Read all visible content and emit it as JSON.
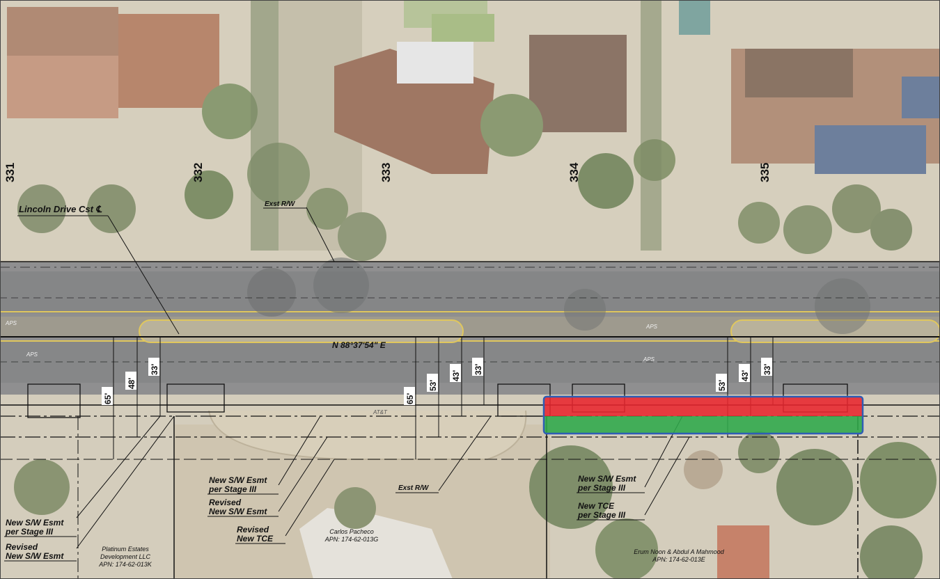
{
  "stations": [
    "331",
    "332",
    "333",
    "334",
    "335"
  ],
  "labels": {
    "cst_line": "Lincoln Drive Cst ℄",
    "exst_rw_north": "Exst R/W",
    "exst_rw_south": "Exst R/W",
    "bearing": "N 88°37'54\" E",
    "new_sw_esmt_stage3_left_1": "New S/W Esmt",
    "new_sw_esmt_stage3_left_2": "per Stage III",
    "revised_new_sw_esmt_left_1": "Revised",
    "revised_new_sw_esmt_left_2": "New S/W Esmt",
    "new_sw_esmt_stage3_mid_1": "New S/W Esmt",
    "new_sw_esmt_stage3_mid_2": "per Stage III",
    "revised_new_sw_esmt_mid_1": "Revised",
    "revised_new_sw_esmt_mid_2": "New S/W Esmt",
    "revised_new_tce_1": "Revised",
    "revised_new_tce_2": "New TCE",
    "new_sw_esmt_stage3_right_1": "New S/W Esmt",
    "new_sw_esmt_stage3_right_2": "per Stage III",
    "new_tce_stage3_1": "New TCE",
    "new_tce_stage3_2": "per Stage III"
  },
  "dimensions": {
    "d65_left": "65'",
    "d48_left": "48'",
    "d33_left": "33'",
    "d65_mid": "65'",
    "d53_mid": "53'",
    "d43_mid": "43'",
    "d33_mid": "33'",
    "d53_right": "53'",
    "d43_right": "43'",
    "d33_right": "33'"
  },
  "utilities": {
    "aps_1": "APS",
    "aps_2": "APS",
    "aps_3": "APS",
    "aps_4": "APS",
    "att": "AT&T"
  },
  "parcels": [
    {
      "owner_1": "Platinum Estates",
      "owner_2": "Development LLC",
      "apn": "APN: 174-62-013K"
    },
    {
      "owner_1": "Carlos Pacheco",
      "owner_2": "",
      "apn": "APN: 174-62-013G"
    },
    {
      "owner_1": "Erum Noon & Abdul A Mahmood",
      "owner_2": "",
      "apn": "APN: 174-62-013E"
    }
  ],
  "colors": {
    "new_sw_esmt_fill": "#e8262e",
    "new_tce_fill": "#2ea84a",
    "highlight_outline": "#2f5db5",
    "linework": "#111111"
  }
}
